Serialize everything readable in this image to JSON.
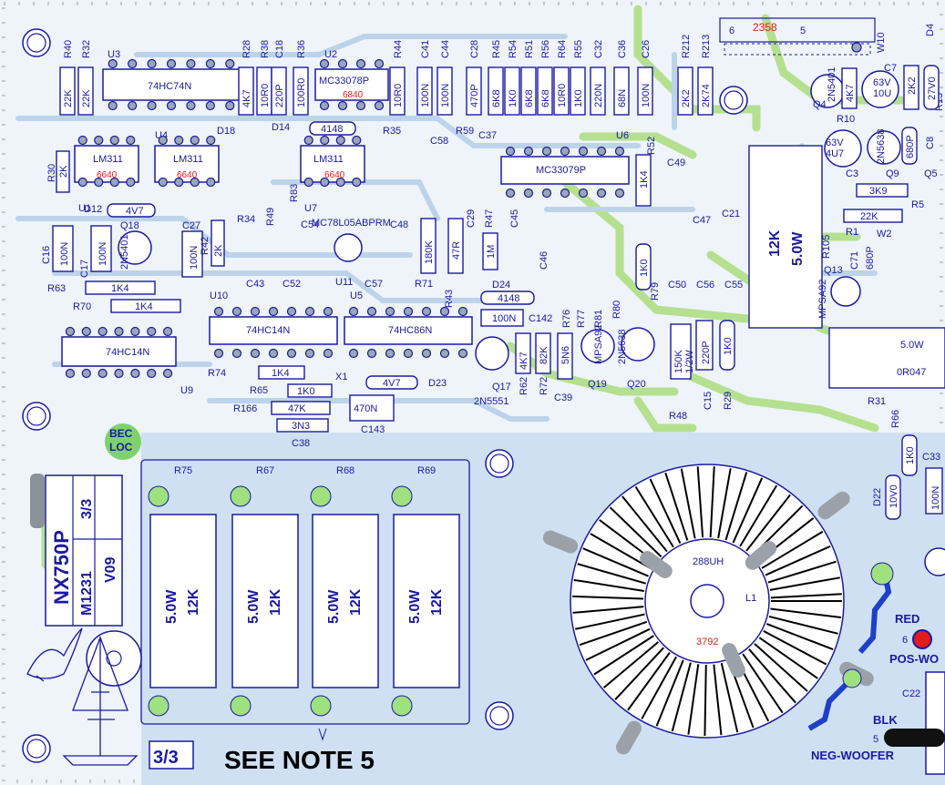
{
  "ics": [
    {
      "ref": "U3",
      "part": "74HC74N"
    },
    {
      "ref": "U2",
      "part": "MC33078P",
      "code": "6840"
    },
    {
      "ref": "U4",
      "part": "LM311",
      "code": "6640"
    },
    {
      "ref": "U1",
      "part": "LM311",
      "code": "6640"
    },
    {
      "ref": "U7",
      "part": "LM311",
      "code": "6640"
    },
    {
      "ref": "U6",
      "part": "MC33079P"
    },
    {
      "ref": "U10",
      "part": "74HC14N"
    },
    {
      "ref": "U5",
      "part": "74HC86N"
    },
    {
      "ref": "U9",
      "part": "74HC14N"
    },
    {
      "ref": "U11",
      "part": "MC78L05ABPRM"
    }
  ],
  "top_header": {
    "ref": "2358",
    "pin_left": "6",
    "pin_right": "5"
  },
  "resistors_v": [
    {
      "ref": "R40",
      "value": "22K"
    },
    {
      "ref": "R32",
      "value": "22K"
    },
    {
      "ref": "R28",
      "value": "4K7"
    },
    {
      "ref": "R38",
      "value": "10R0"
    },
    {
      "ref": "C18",
      "value": "220P"
    },
    {
      "ref": "R36",
      "value": "100R0"
    },
    {
      "ref": "R44",
      "value": "10R0"
    },
    {
      "ref": "C41",
      "value": "100N"
    },
    {
      "ref": "C44",
      "value": "100N"
    },
    {
      "ref": "C28",
      "value": "470P"
    },
    {
      "ref": "R45",
      "value": "6K8"
    },
    {
      "ref": "R54",
      "value": "1K0"
    },
    {
      "ref": "R51",
      "value": "6K8"
    },
    {
      "ref": "R56",
      "value": "6K8"
    },
    {
      "ref": "R64",
      "value": "10R0"
    },
    {
      "ref": "R55",
      "value": "1K0"
    },
    {
      "ref": "C32",
      "value": "220N"
    },
    {
      "ref": "C36",
      "value": "68N"
    },
    {
      "ref": "C26",
      "value": "100N"
    },
    {
      "ref": "R212",
      "value": "2K2"
    },
    {
      "ref": "R213",
      "value": "2K74"
    }
  ],
  "labels": {
    "d14": "D14",
    "d14_val": "4148",
    "r35": "R35",
    "r59": "R59",
    "c37": "C37",
    "c58": "C58",
    "d18": "D18",
    "r30": "R30",
    "r30_val": "2K",
    "d12": "D12",
    "d12_val": "4V7",
    "q18": "Q18",
    "q18_part": "2N5401",
    "c16": "C16",
    "c16_val": "100N",
    "c17": "C17",
    "c17_val": "100N",
    "c27": "C27",
    "c27_val": "100N",
    "r42": "R42",
    "r42_val": "2K",
    "r34": "R34",
    "r49": "R49",
    "r83": "R83",
    "c54": "C54",
    "c48": "C48",
    "c43": "C43",
    "c52": "C52",
    "c57": "C57",
    "r71": "R71",
    "r71_val": "180K",
    "r43": "R43",
    "r43_val": "47R",
    "c29": "C29",
    "r47": "R47",
    "r47_val": "1M",
    "c45": "C45",
    "c46": "C46",
    "r63": "R63",
    "r63_val": "1K4",
    "r70": "R70",
    "r70_val": "1K4",
    "d24": "D24",
    "d24_val": "4148",
    "c142": "C142",
    "c142_val": "100N",
    "r76": "R76",
    "r77": "R77",
    "r81": "R81",
    "r80": "R80",
    "r52": "R52",
    "r52_val": "1K4",
    "c49": "C49",
    "c47": "C47",
    "c21": "C21",
    "r79": "R79",
    "r79_val": "1K0",
    "c50": "C50",
    "c56": "C56",
    "c55": "C55",
    "r105": "R105",
    "r105_val": "12K",
    "r105_w": "5.0W",
    "r74": "R74",
    "r74_val": "1K4",
    "x1": "X1",
    "r65": "R65",
    "r65_val": "1K0",
    "d23": "D23",
    "d23_val": "4V7",
    "r166": "R166",
    "r166_val": "47K",
    "c38": "C38",
    "c38_val": "3N3",
    "c143": "C143",
    "c143_val": "470N",
    "q17": "Q17",
    "q17_part": "2N5551",
    "r62": "R62",
    "r62_val": "4K7",
    "r72": "R72",
    "r72_val": "82K",
    "c39": "C39",
    "c39_val": "5N6",
    "q19": "Q19",
    "q19_part": "MPSA92",
    "q20": "Q20",
    "q20_part": "2N5638",
    "r48": "R48",
    "r48_val": "150K",
    "r48_w": "1/2W",
    "c15": "C15",
    "c15_val": "220P",
    "r29": "R29",
    "r29_val": "1K0",
    "r31": "R31",
    "r31_val": "0R047",
    "r31_w": "5.0W",
    "q13": "Q13",
    "q13_part": "MPSA92",
    "c71": "C71",
    "c71_val": "680P",
    "w2": "W2",
    "r1": "R1",
    "r1_val": "22K",
    "r5": "R5",
    "r5_val": "3K9",
    "q4": "Q4",
    "q4_part": "2N5401",
    "r10": "R10",
    "r10_val": "4K7",
    "c7": "C7",
    "c7_val": "63V 10U",
    "c3": "C3",
    "c3_val": "63V 4U7",
    "q9": "Q9",
    "q9_part": "2N5638",
    "c8": "C8",
    "c8_val": "680P",
    "q5": "Q5",
    "w10": "W10",
    "d4": "D4",
    "r13": "R13",
    "r13_val": "2K2",
    "d4_val": "27V0",
    "r66": "R66",
    "r66_val": "1K0",
    "c33": "C33",
    "c33_val": "100N",
    "d22": "D22",
    "d22_val": "10V0",
    "bec": "BEC",
    "loc": "LOC",
    "r75": "R75",
    "r67": "R67",
    "r68": "R68",
    "r69": "R69",
    "big_res_w": "5.0W",
    "big_res_val": "12K",
    "l1": "L1",
    "l1_part": "288UH",
    "l1_code": "3792",
    "red": "RED",
    "pin6": "6",
    "pos_woofer": "POS-WO",
    "blk": "BLK",
    "pin5": "5",
    "neg_woofer": "NEG-WOOFER",
    "c22": "C22",
    "board_name": "NX750P",
    "board_part": "M1231",
    "board_sheet": "3/3",
    "board_ver": "V09",
    "sheet_tag": "3/3",
    "see_note": "SEE NOTE 5"
  },
  "colors": {
    "background": "#eef4fa",
    "trace_green": "#b5e08f",
    "trace_blue": "#bcd3ea",
    "ink": "#1a1aa0",
    "marking": "#e21b1b",
    "zone": "#cfe0f3"
  }
}
